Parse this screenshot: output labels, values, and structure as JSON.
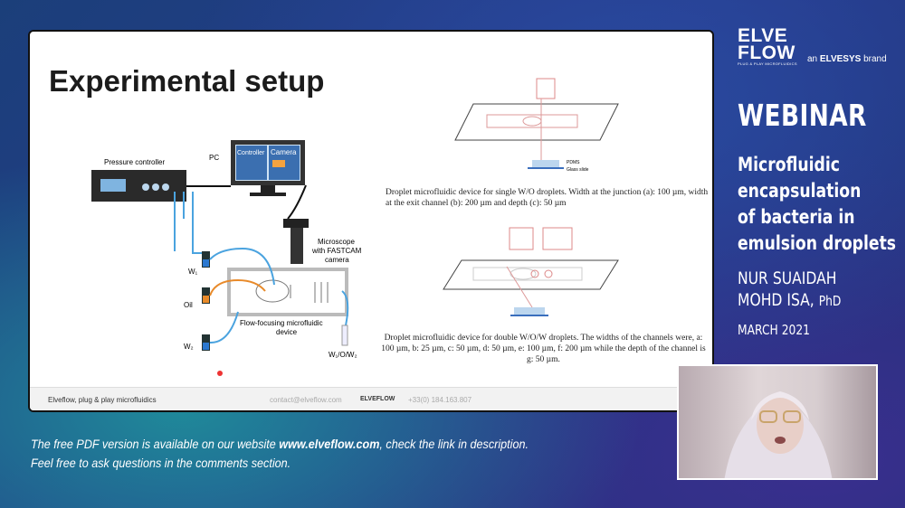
{
  "slide": {
    "title": "Experimental setup",
    "diagram_labels": {
      "pc": "PC",
      "controller": "Controller",
      "camera": "Camera",
      "pressure_controller": "Pressure controller",
      "microscope": [
        "Microscope",
        "with FASTCAM",
        "camera"
      ],
      "w1": "W₁",
      "oil": "Oil",
      "w2": "W₂",
      "device": [
        "Flow-focusing microfluidic",
        "device"
      ],
      "output": "W₁/O/W₂",
      "pdms": "PDMS",
      "glass": "Glass slide"
    },
    "caption_single": "Droplet microfluidic device for single W/O droplets. Width at the junction (a): 100 µm, width at the exit channel (b): 200 µm and depth (c): 50 µm",
    "caption_double": "Droplet microfluidic device for double W/O/W droplets. The widths of the channels were, a: 100 µm, b: 25 µm, c: 50 µm, d: 50 µm, e: 100 µm, f: 200 µm while the depth of the channel is g: 50 µm.",
    "footer": {
      "tagline": "Elveflow, plug & play microfluidics",
      "email": "contact@elveflow.com",
      "logo": "ELVEFLOW",
      "phone": "+33(0) 184.163.807"
    }
  },
  "brand": {
    "logo_line1": "ELVE",
    "logo_line2": "FLOW",
    "logo_sub": "PLUG & PLAY MICROFLUIDICS",
    "an": "an",
    "parent": "ELVESYS",
    "brand_word": "brand"
  },
  "webinar_label": "WEBINAR",
  "talk_title": [
    "Microfluidic",
    "encapsulation",
    "of bacteria in",
    "emulsion droplets"
  ],
  "speaker": {
    "line1": "NUR SUAIDAH",
    "line2": "MOHD ISA,",
    "degree": "PhD"
  },
  "date": "MARCH 2021",
  "note": {
    "line1_pre": "The free PDF version is available on our website ",
    "url": "www.elveflow.com",
    "line1_post": ", check the link in description.",
    "line2": "Feel free to ask questions in the comments section."
  }
}
